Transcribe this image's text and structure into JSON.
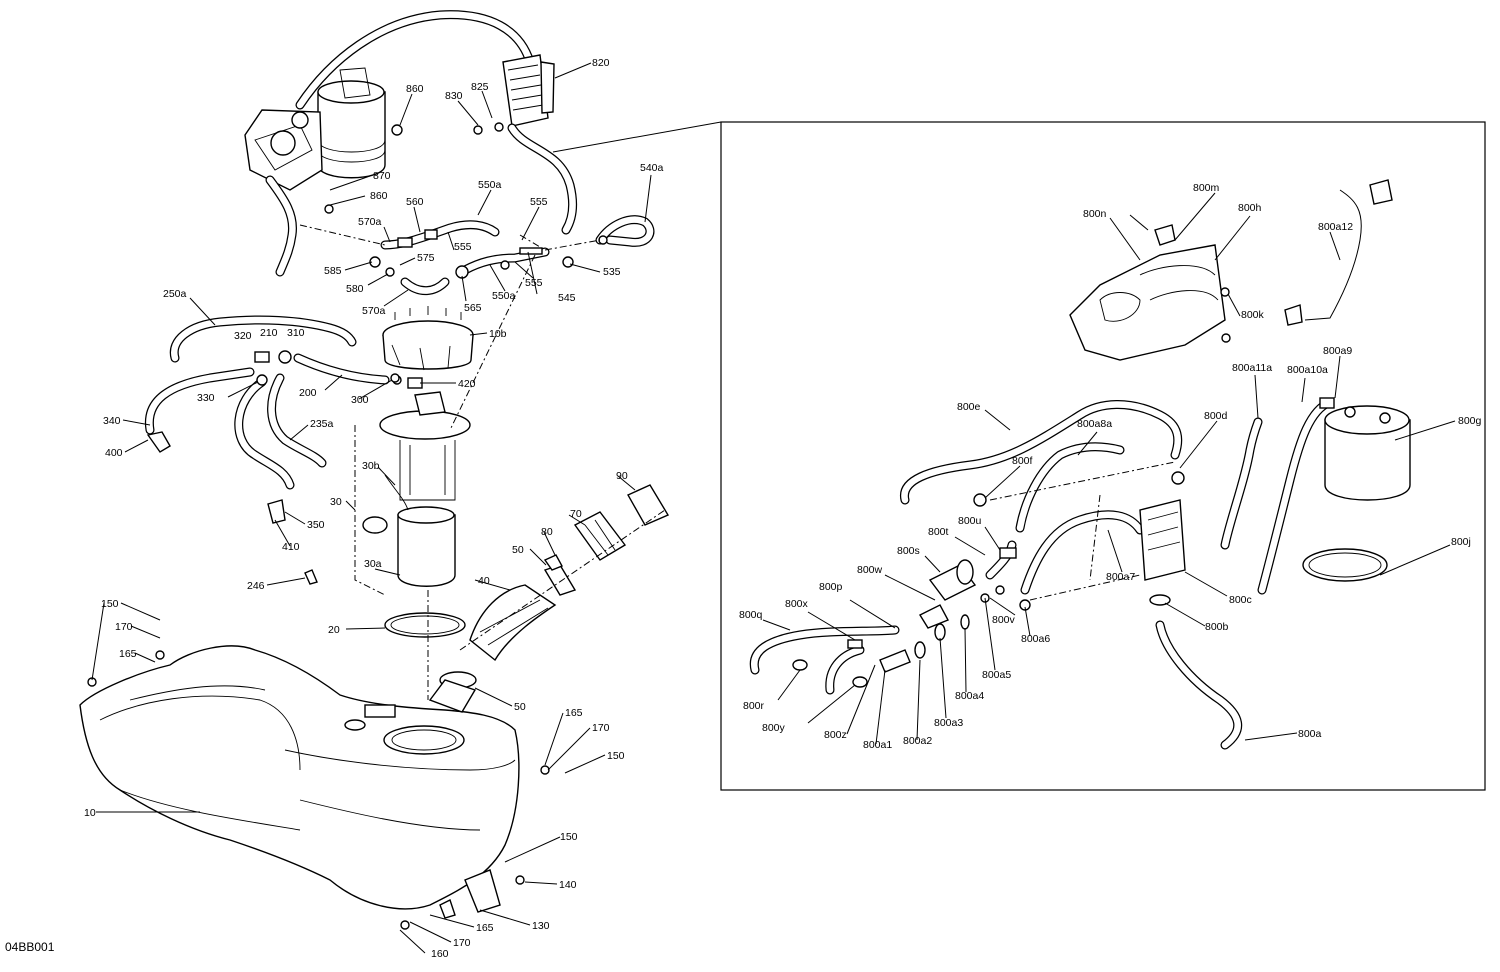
{
  "diagram_code": "04BB001",
  "callouts": [
    {
      "id": "820"
    },
    {
      "id": "825"
    },
    {
      "id": "830"
    },
    {
      "id": "860"
    },
    {
      "id": "870"
    },
    {
      "id": "860b",
      "text": "860"
    },
    {
      "id": "550a"
    },
    {
      "id": "560"
    },
    {
      "id": "570a"
    },
    {
      "id": "555"
    },
    {
      "id": "540a"
    },
    {
      "id": "575"
    },
    {
      "id": "585"
    },
    {
      "id": "555b",
      "text": "555"
    },
    {
      "id": "535"
    },
    {
      "id": "580"
    },
    {
      "id": "565"
    },
    {
      "id": "550b",
      "text": "550a"
    },
    {
      "id": "555c",
      "text": "555"
    },
    {
      "id": "545"
    },
    {
      "id": "570b",
      "text": "570a"
    },
    {
      "id": "250a"
    },
    {
      "id": "320"
    },
    {
      "id": "210"
    },
    {
      "id": "310"
    },
    {
      "id": "10b"
    },
    {
      "id": "200"
    },
    {
      "id": "420"
    },
    {
      "id": "330"
    },
    {
      "id": "300"
    },
    {
      "id": "340"
    },
    {
      "id": "235a"
    },
    {
      "id": "400"
    },
    {
      "id": "30b"
    },
    {
      "id": "30"
    },
    {
      "id": "350"
    },
    {
      "id": "410"
    },
    {
      "id": "90"
    },
    {
      "id": "80"
    },
    {
      "id": "70"
    },
    {
      "id": "50"
    },
    {
      "id": "30a"
    },
    {
      "id": "40"
    },
    {
      "id": "246"
    },
    {
      "id": "150"
    },
    {
      "id": "170"
    },
    {
      "id": "20"
    },
    {
      "id": "165"
    },
    {
      "id": "50b",
      "text": "50"
    },
    {
      "id": "165b",
      "text": "165"
    },
    {
      "id": "170b",
      "text": "170"
    },
    {
      "id": "150b",
      "text": "150"
    },
    {
      "id": "10"
    },
    {
      "id": "150c",
      "text": "150"
    },
    {
      "id": "140"
    },
    {
      "id": "130"
    },
    {
      "id": "165c",
      "text": "165"
    },
    {
      "id": "170c",
      "text": "170"
    },
    {
      "id": "160"
    },
    {
      "id": "800m"
    },
    {
      "id": "800n"
    },
    {
      "id": "800h"
    },
    {
      "id": "800a12"
    },
    {
      "id": "800k"
    },
    {
      "id": "800a11a"
    },
    {
      "id": "800a10a"
    },
    {
      "id": "800a9"
    },
    {
      "id": "800e"
    },
    {
      "id": "800d"
    },
    {
      "id": "800a8a"
    },
    {
      "id": "800g"
    },
    {
      "id": "800f"
    },
    {
      "id": "800u"
    },
    {
      "id": "800t"
    },
    {
      "id": "800s"
    },
    {
      "id": "800w"
    },
    {
      "id": "800p"
    },
    {
      "id": "800x"
    },
    {
      "id": "800q"
    },
    {
      "id": "800v"
    },
    {
      "id": "800a6"
    },
    {
      "id": "800a7"
    },
    {
      "id": "800c"
    },
    {
      "id": "800j"
    },
    {
      "id": "800b"
    },
    {
      "id": "800a5"
    },
    {
      "id": "800r"
    },
    {
      "id": "800a4"
    },
    {
      "id": "800y"
    },
    {
      "id": "800a3"
    },
    {
      "id": "800z"
    },
    {
      "id": "800a1"
    },
    {
      "id": "800a2"
    },
    {
      "id": "800a"
    }
  ]
}
